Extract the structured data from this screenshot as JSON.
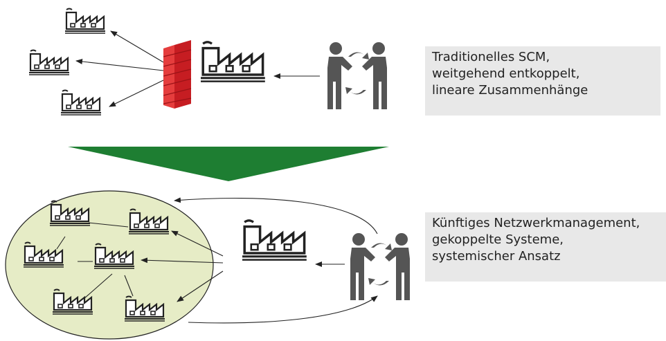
{
  "captions": {
    "traditional": {
      "lines": [
        "Traditionelles SCM,",
        "weitgehend entkoppelt,",
        "lineare Zusammenhänge"
      ]
    },
    "future": {
      "lines": [
        "Künftiges Netzwerkmanagement,",
        "gekoppelte Systeme,",
        "systemischer Ansatz"
      ]
    }
  },
  "colors": {
    "caption_bg": "#e8e8e8",
    "firewall_red": "#d9262c",
    "transition_arrow_green": "#1e7e32",
    "network_fill": "#e6ecc6",
    "icon_stroke": "#222222",
    "handshake_gray": "#555555"
  },
  "icons": {
    "factory": "factory-icon",
    "firewall": "brick-wall-icon",
    "partners": "handshake-icon",
    "transition": "down-arrow-icon",
    "network": "network-ellipse"
  }
}
